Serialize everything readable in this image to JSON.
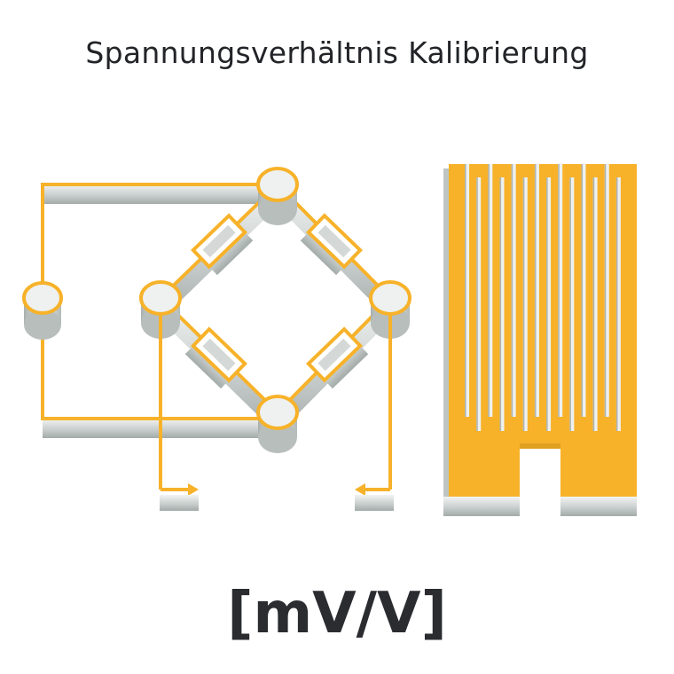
{
  "title": "Spannungsverhältnis Kalibrierung",
  "unit_label": "[mV/V]",
  "colors": {
    "accent": "#F7B22A",
    "metal_light": "#EEF1F0",
    "metal_mid": "#C9CFCE",
    "metal_dark": "#A3ABA9",
    "text": "#222428"
  },
  "strain_gauge": {
    "grid_lines": 15
  }
}
